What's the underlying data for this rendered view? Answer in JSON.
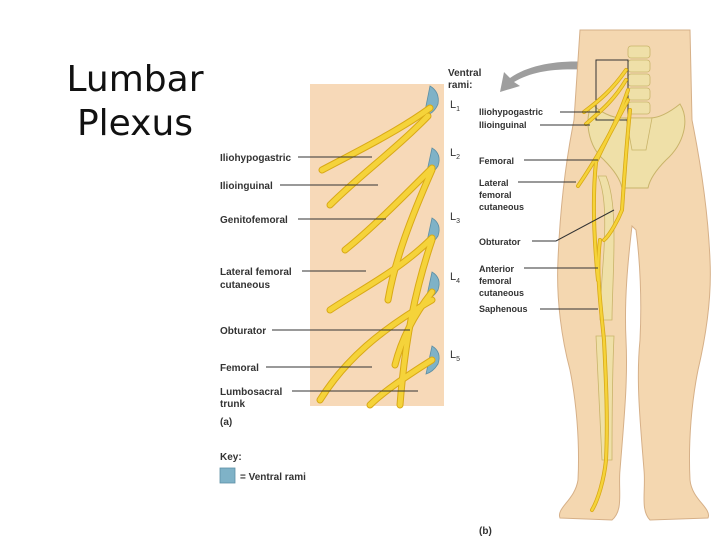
{
  "slide": {
    "title_line1": "Lumbar",
    "title_line2": "Plexus"
  },
  "panel_a": {
    "label": "(a)",
    "left_labels": [
      {
        "lines": [
          "Iliohypogastric"
        ]
      },
      {
        "lines": [
          "Ilioinguinal"
        ]
      },
      {
        "lines": [
          "Genitofemoral"
        ]
      },
      {
        "lines": [
          "Lateral femoral",
          "cutaneous"
        ]
      },
      {
        "lines": [
          "Obturator"
        ]
      },
      {
        "lines": [
          "Femoral"
        ]
      },
      {
        "lines": [
          "Lumbosacral",
          "trunk"
        ]
      }
    ],
    "segments": [
      {
        "letter": "L",
        "num": "1"
      },
      {
        "letter": "L",
        "num": "2"
      },
      {
        "letter": "L",
        "num": "3"
      },
      {
        "letter": "L",
        "num": "4"
      },
      {
        "letter": "L",
        "num": "5"
      }
    ],
    "ventral_rami_heading": [
      "Ventral",
      "rami:"
    ]
  },
  "panel_b": {
    "label": "(b)",
    "right_labels": [
      {
        "lines": [
          "Iliohypogastric"
        ]
      },
      {
        "lines": [
          "Ilioinguinal"
        ]
      },
      {
        "lines": [
          "Femoral"
        ]
      },
      {
        "lines": [
          "Lateral",
          "femoral",
          "cutaneous"
        ]
      },
      {
        "lines": [
          "Obturator"
        ]
      },
      {
        "lines": [
          "Anterior",
          "femoral",
          "cutaneous"
        ]
      },
      {
        "lines": [
          "Saphenous"
        ]
      }
    ]
  },
  "key": {
    "heading": "Key:",
    "item_label": "= Ventral rami"
  },
  "colors": {
    "nerve": "#f5d33a",
    "nerve_edge": "#d9a916",
    "ventral_rami": "#7fb2c7",
    "bg_panel": "#f7d9b8",
    "skin": "#f4d7b0",
    "leader": "#333333"
  }
}
